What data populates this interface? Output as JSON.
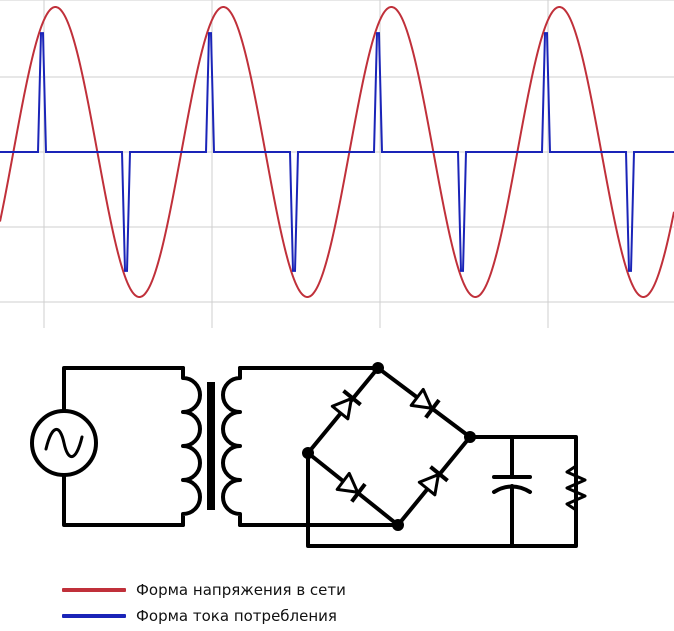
{
  "colors": {
    "voltage": "#c0303a",
    "current": "#1a24b8",
    "grid": "#cfcfcf",
    "wire": "#000000",
    "background": "#ffffff"
  },
  "chart_data": {
    "type": "line",
    "title": "",
    "xlabel": "",
    "ylabel": "",
    "grid": true,
    "periods_shown": 4,
    "series": [
      {
        "name": "Форма напряжения в сети",
        "shape": "sine",
        "amplitude": 1.0,
        "color": "#c0303a"
      },
      {
        "name": "Форма тока потребления",
        "shape": "pulses-near-peaks",
        "amplitude": 0.82,
        "color": "#1a24b8"
      }
    ]
  },
  "schematic": {
    "components": [
      {
        "id": "ac-source",
        "kind": "ac-voltage-source"
      },
      {
        "id": "transformer",
        "kind": "transformer"
      },
      {
        "id": "bridge-rectifier",
        "kind": "diode-bridge",
        "diodes": 4
      },
      {
        "id": "filter-capacitor",
        "kind": "polarized-capacitor"
      },
      {
        "id": "load-resistor",
        "kind": "resistor"
      }
    ]
  },
  "legend": {
    "items": [
      {
        "label": "Форма напряжения в сети",
        "color": "#c0303a"
      },
      {
        "label": "Форма тока потребления",
        "color": "#1a24b8"
      }
    ]
  }
}
